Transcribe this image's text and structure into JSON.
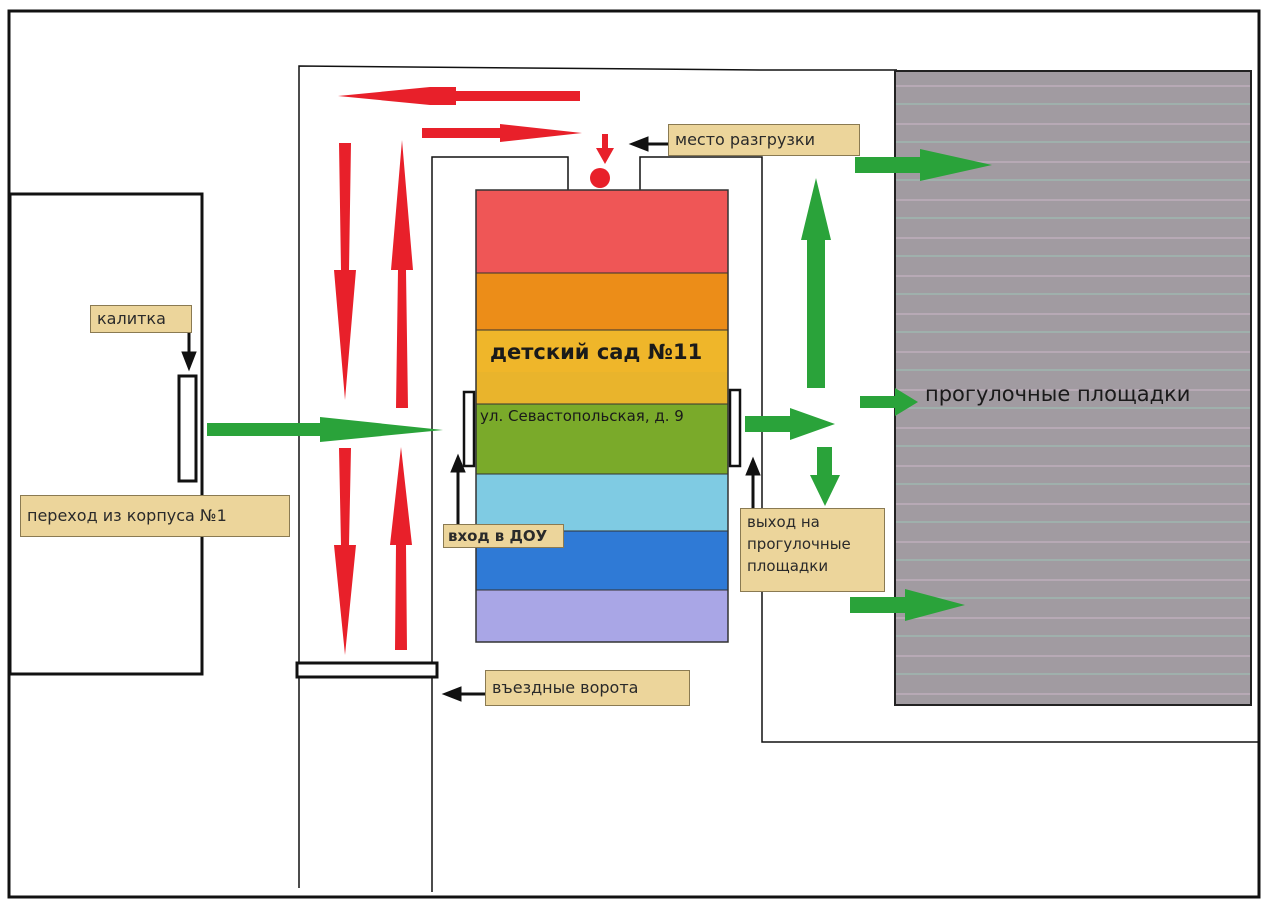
{
  "building": {
    "name": "детский сад №11",
    "address": "ул. Севастопольская, д. 9",
    "band_colors": [
      "#ef5656",
      "#ec8d18",
      "#efb62a",
      "#e9b42c",
      "#7aaa2a",
      "#7fcbe3",
      "#2f7ad6",
      "#a9a6e6"
    ]
  },
  "labels": {
    "gate": "калитка",
    "passage": "переход из корпуса №1",
    "entrance": "вход в ДОУ",
    "unloading": "место разгрузки",
    "entry_gates": "въездные ворота",
    "exit_playgrounds": "выход на\nпрогулочные\nплощадки",
    "playgrounds": "прогулочные площадки"
  },
  "colors": {
    "vehicle_arrow": "#e8202a",
    "pedestrian_arrow": "#2aa33a",
    "pointer_arrow": "#111111",
    "playground_fill": "#a19ba1",
    "label_bg": "#ecd59b"
  }
}
